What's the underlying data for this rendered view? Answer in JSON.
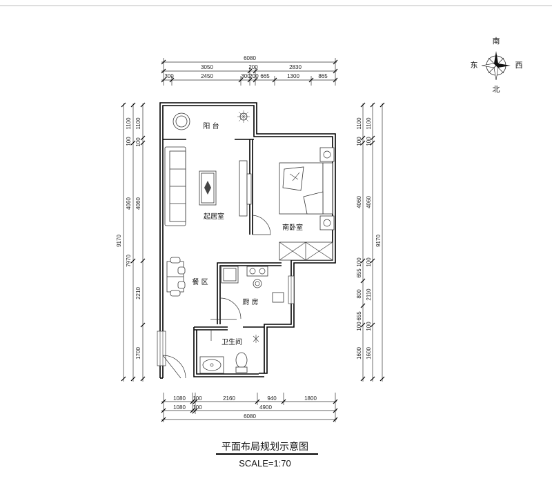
{
  "compass": {
    "south": "南",
    "east": "东",
    "west": "西",
    "north": "北"
  },
  "rooms": {
    "balcony": "阳 台",
    "living_room": "起居室",
    "south_bedroom": "南卧室",
    "dining": "餐 区",
    "kitchen": "厨 房",
    "bathroom": "卫生间"
  },
  "dimensions": {
    "top_total": "6080",
    "top_row2": [
      "3050",
      "200",
      "2830"
    ],
    "top_row3": [
      "300",
      "2450",
      "300",
      "200",
      "665",
      "1300",
      "865"
    ],
    "bottom_row1": [
      "1080",
      "100",
      "2160",
      "940",
      "1800"
    ],
    "bottom_row2": [
      "1080",
      "100",
      "4900"
    ],
    "bottom_total": "6080",
    "left_outer": [
      "1100",
      "100",
      "4060",
      "2210",
      "1700"
    ],
    "left_mid": [
      "1100",
      "100",
      "4060",
      "7970"
    ],
    "left_total": "9170",
    "right_inner": [
      "1100",
      "100",
      "4060",
      "100",
      "655",
      "800",
      "655",
      "100",
      "1600"
    ],
    "right_mid": [
      "1100",
      "100",
      "4060",
      "100",
      "2110",
      "100",
      "1600"
    ],
    "right_total": "9170"
  },
  "title": {
    "main": "平面布局规划示意图",
    "scale": "SCALE=1:70"
  }
}
